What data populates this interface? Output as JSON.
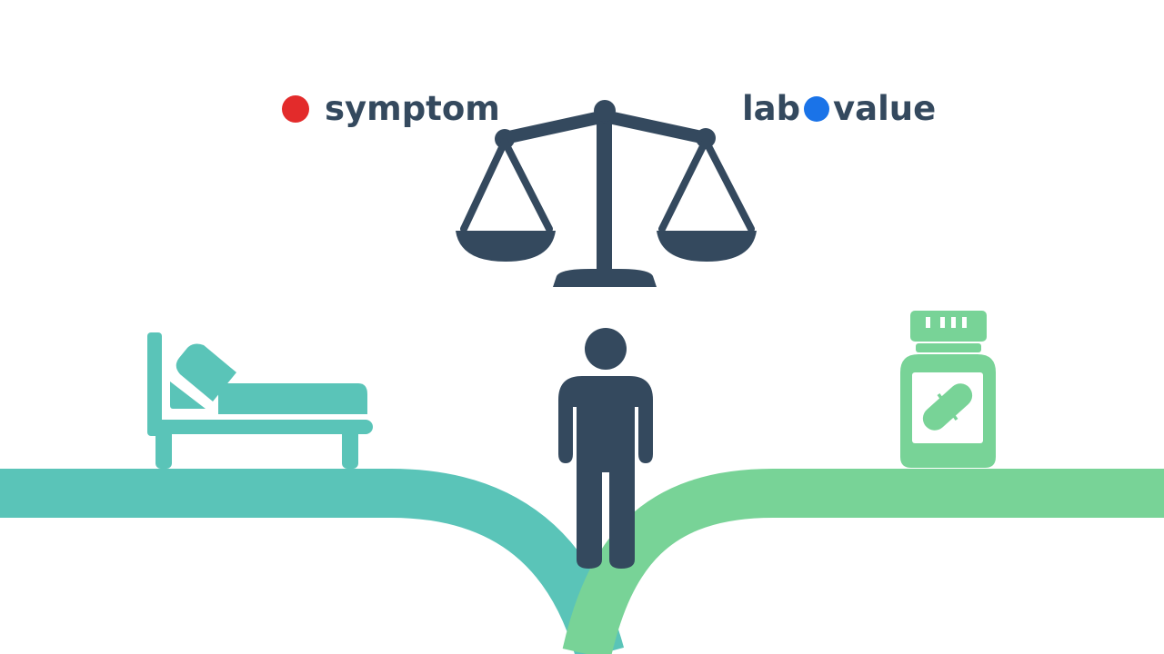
{
  "legend": {
    "symptom": {
      "label": "symptom",
      "color": "#e32b2b"
    },
    "lab_value": {
      "label_left": "lab",
      "label_right": "value",
      "color": "#1a73e8"
    }
  },
  "icons": {
    "balance": {
      "name": "balance-scale-icon",
      "color": "#34495e"
    },
    "person": {
      "name": "person-icon",
      "color": "#34495e"
    },
    "bed": {
      "name": "hospital-bed-icon",
      "color": "#5ac4b8"
    },
    "medicine": {
      "name": "medicine-bottle-icon",
      "color": "#78d397"
    }
  },
  "paths": {
    "left": {
      "name": "left-path",
      "color": "#5ac4b8"
    },
    "right": {
      "name": "right-path",
      "color": "#78d397"
    }
  }
}
